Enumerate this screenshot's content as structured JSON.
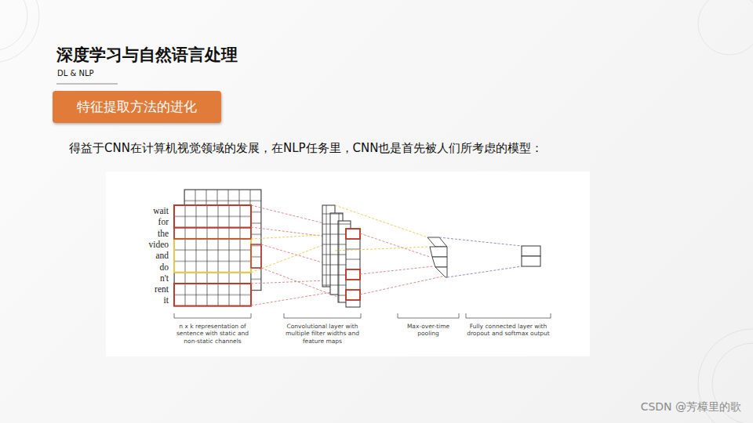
{
  "diagram": {
    "title": "深度学习与自然语言处理",
    "nodes": [
      {
        "text": [
          "特征提取方法的进化"
        ]
      }
    ],
    "labels": [
      "DL & NLP",
      "得益于CNN在计算机视觉领域的发展，在NLP任务里，CNN也是首先被人们所考虑的模型：",
      "wait",
      "for",
      "the",
      "video",
      "and",
      "do",
      "n't",
      "rent",
      "it",
      "n x k representation of sentence with static and non-static channels",
      "Convolutional layer with multiple filter widths and feature maps",
      "Max-over-time pooling",
      "Fully connected layer with dropout and softmax output",
      "CSDN @芳樟里的歌"
    ]
  }
}
